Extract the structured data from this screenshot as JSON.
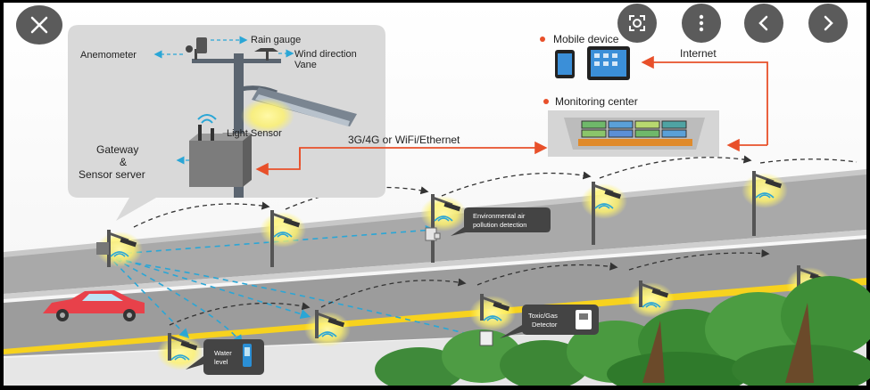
{
  "viewer": {
    "close_icon": "close-icon",
    "lens_icon": "lens-icon",
    "more_icon": "more-vertical-icon",
    "prev_icon": "chevron-left-icon",
    "next_icon": "chevron-right-icon"
  },
  "diagram": {
    "rain_gauge": "Rain gauge",
    "anemometer": "Anemometer",
    "wind_vane_1": "Wind direction",
    "wind_vane_2": "Vane",
    "light_sensor": "Light Sensor",
    "gateway_1": "Gateway",
    "gateway_2": "&",
    "gateway_3": "Sensor server",
    "link": "3G/4G or WiFi/Ethernet",
    "mobile_device": "Mobile device",
    "internet": "Internet",
    "monitoring_center": "Monitoring center",
    "env_air_1": "Environmental air",
    "env_air_2": "pollution detection",
    "toxic_1": "Toxic/Gas",
    "toxic_2": "Detector",
    "water_1": "Water",
    "water_2": "level"
  },
  "colors": {
    "accent_orange": "#e8502a",
    "dashed_blue": "#2aa6d6",
    "glow_yellow": "#fff36b"
  }
}
